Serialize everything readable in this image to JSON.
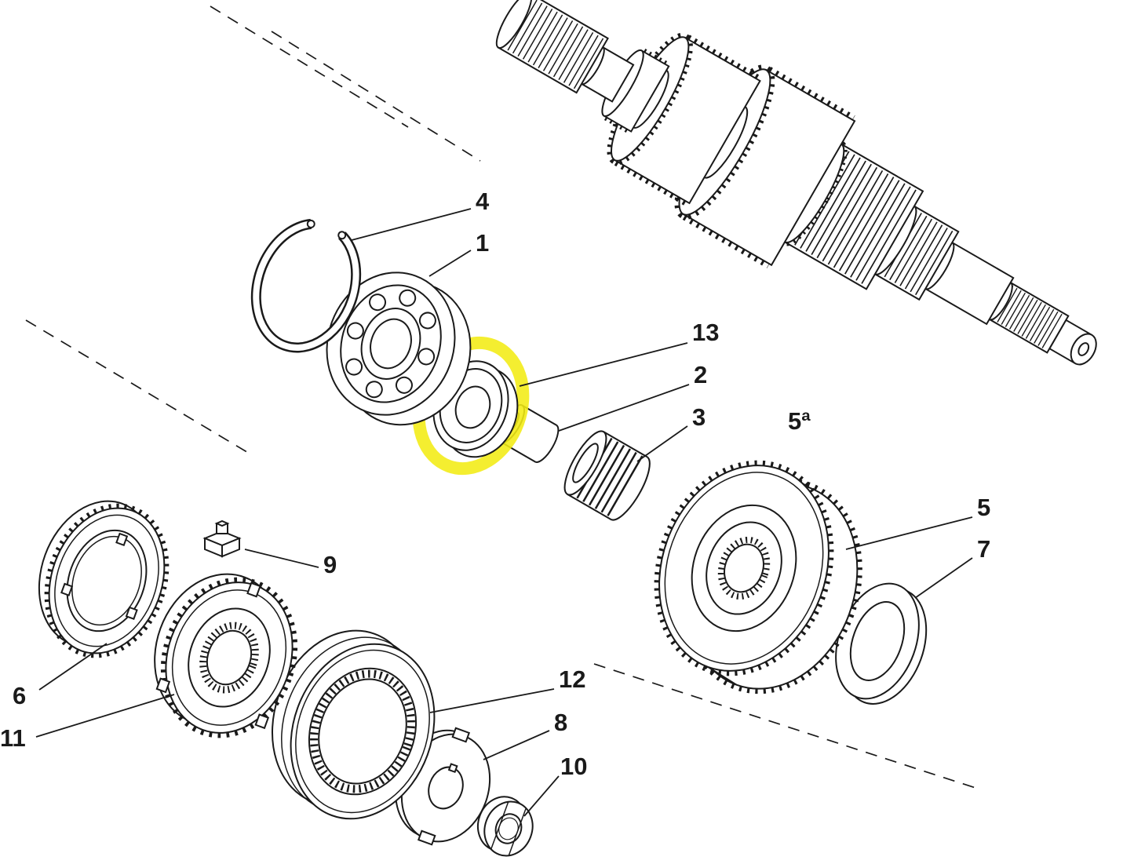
{
  "diagram": {
    "colors": {
      "line": "#1a1a1a",
      "hl": "#f3ec13",
      "bg": "#ffffff"
    },
    "callouts": [
      {
        "label": "4"
      },
      {
        "label": "1"
      },
      {
        "label": "13"
      },
      {
        "label": "2"
      },
      {
        "label": "3"
      },
      {
        "label": "5ª"
      },
      {
        "label": "5"
      },
      {
        "label": "7"
      },
      {
        "label": "9"
      },
      {
        "label": "6"
      },
      {
        "label": "11"
      },
      {
        "label": "12"
      },
      {
        "label": "8"
      },
      {
        "label": "10"
      }
    ]
  }
}
